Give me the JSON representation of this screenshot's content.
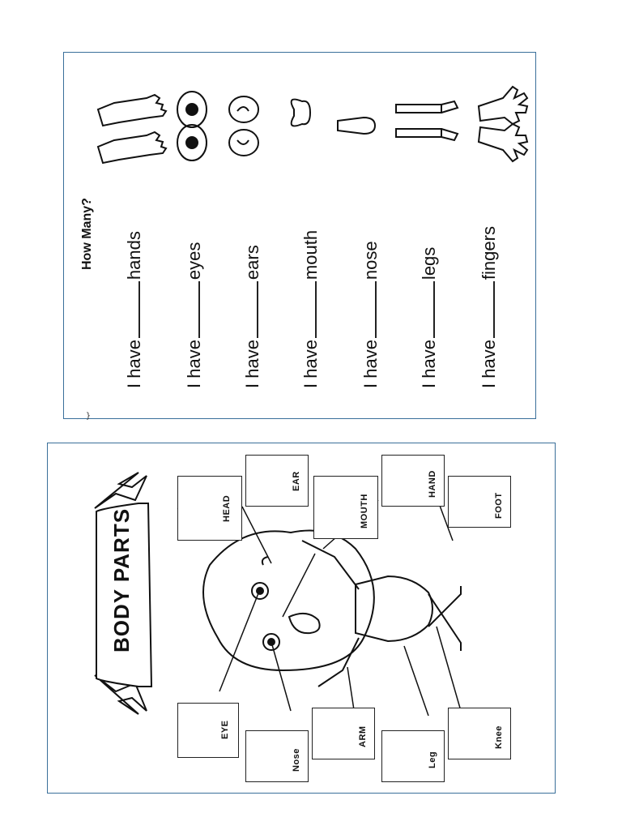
{
  "worksheet_top": {
    "heading": "How Many?",
    "lines": [
      {
        "prefix": "I have",
        "word": "hands"
      },
      {
        "prefix": "I have",
        "word": "eyes"
      },
      {
        "prefix": "I have",
        "word": "ears"
      },
      {
        "prefix": "I have",
        "word": "mouth"
      },
      {
        "prefix": "I have",
        "word": "nose"
      },
      {
        "prefix": "I have",
        "word": "legs"
      },
      {
        "prefix": "I have",
        "word": "fingers"
      }
    ]
  },
  "stray_mark": "}",
  "worksheet_bottom": {
    "banner_title": "BODY PARTS",
    "labels": {
      "head": "HEAD",
      "ear": "EAR",
      "mouth": "MOUTH",
      "hand": "HAND",
      "foot": "FOOT",
      "eye": "EYE",
      "nose": "Nose",
      "arm": "ARM",
      "leg": "Leg",
      "knee": "Knee"
    }
  }
}
